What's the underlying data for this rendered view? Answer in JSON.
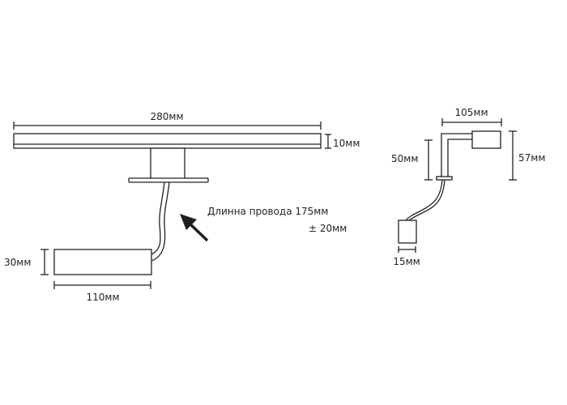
{
  "front_view": {
    "width_label": "280мм",
    "bar_height_label": "10мм",
    "driver_height_label": "30мм",
    "driver_width_label": "110мм",
    "cable_note_line1": "Длинна провода 175мм",
    "cable_note_line2": "± 20мм"
  },
  "side_view": {
    "reach_label": "105мм",
    "total_height_label": "57мм",
    "arm_height_label": "50мм",
    "driver_width_label": "15мм"
  },
  "colors": {
    "line": "#231f20",
    "background": "#ffffff"
  }
}
